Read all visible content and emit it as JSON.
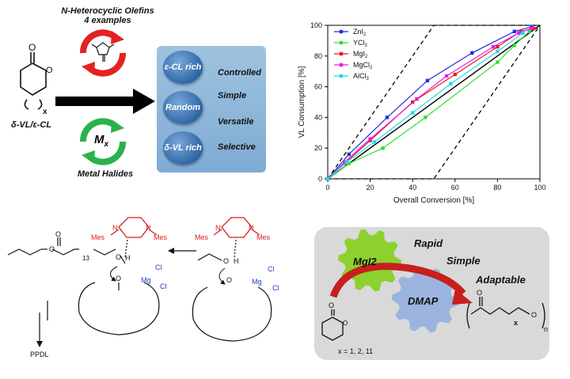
{
  "top_left": {
    "title_line1": "N-Heterocyclic Olefins",
    "title_line2": "4 examples",
    "monomer_label": "δ-VL/ε-CL",
    "subscript_x": "x",
    "metal_label": "M",
    "metal_sub": "x",
    "metal_halides": "Metal Halides"
  },
  "blue_panel": {
    "circles": [
      "ε-CL rich",
      "Random",
      "δ-VL rich"
    ],
    "words": [
      "Controlled",
      "Simple",
      "Versatile",
      "Selective"
    ]
  },
  "mechanism": {
    "mes": "Mes",
    "n": "N",
    "o": "O",
    "h": "H",
    "mg": "Mg",
    "cl": "Cl",
    "sub13": "13",
    "product": "PPDL"
  },
  "gray_panel": {
    "gear1": "MgI2",
    "gear2": "DMAP",
    "words": [
      "Rapid",
      "Simple",
      "Adaptable"
    ],
    "x_values": "x = 1, 2, 11",
    "sub_x": "x",
    "sub_n": "n"
  },
  "chart_data": {
    "type": "line",
    "xlabel": "Overall Conversion [%]",
    "ylabel": "VL Consumption [%]",
    "xlim": [
      0,
      100
    ],
    "ylim": [
      0,
      100
    ],
    "xticks": [
      0,
      20,
      40,
      60,
      80,
      100
    ],
    "yticks": [
      0,
      20,
      40,
      60,
      80,
      100
    ],
    "legend_position": "top-left",
    "series": [
      {
        "name": "ZnI2",
        "label_main": "ZnI",
        "label_sub": "2",
        "color": "#1f2fd6",
        "marker": "square",
        "x": [
          0,
          10,
          28,
          47,
          68,
          88,
          96
        ],
        "y": [
          0,
          16,
          40,
          64,
          82,
          96,
          99
        ]
      },
      {
        "name": "YCl3",
        "label_main": "YCl",
        "label_sub": "3",
        "color": "#33dd33",
        "marker": "square",
        "x": [
          0,
          10,
          26,
          46,
          80,
          88,
          95
        ],
        "y": [
          0,
          10,
          20,
          40,
          76,
          87,
          96
        ]
      },
      {
        "name": "MgI2",
        "label_main": "MgI",
        "label_sub": "2",
        "color": "#e81c1c",
        "marker": "square",
        "x": [
          0,
          8,
          20,
          40,
          60,
          80,
          91,
          97
        ],
        "y": [
          0,
          10,
          25,
          50,
          68,
          86,
          96,
          98
        ]
      },
      {
        "name": "MgCl2",
        "label_main": "MgCl",
        "label_sub": "2",
        "color": "#e81ce0",
        "marker": "square",
        "x": [
          0,
          8,
          20,
          42,
          56,
          78,
          90,
          96
        ],
        "y": [
          0,
          11,
          26,
          52,
          67,
          86,
          95,
          98
        ]
      },
      {
        "name": "AlCl3",
        "label_main": "AlCl",
        "label_sub": "3",
        "color": "#22d8f0",
        "marker": "square",
        "x": [
          0,
          9,
          22,
          40,
          58,
          80,
          92
        ],
        "y": [
          0,
          11,
          24,
          43,
          62,
          83,
          95
        ]
      }
    ],
    "reference_line": {
      "x": [
        0,
        100
      ],
      "y": [
        0,
        100
      ],
      "color": "#000000"
    },
    "bounds_dashed": [
      {
        "x": [
          0,
          50,
          100
        ],
        "y": [
          0,
          100,
          100
        ]
      },
      {
        "x": [
          0,
          50,
          100
        ],
        "y": [
          0,
          0,
          100
        ]
      }
    ]
  }
}
